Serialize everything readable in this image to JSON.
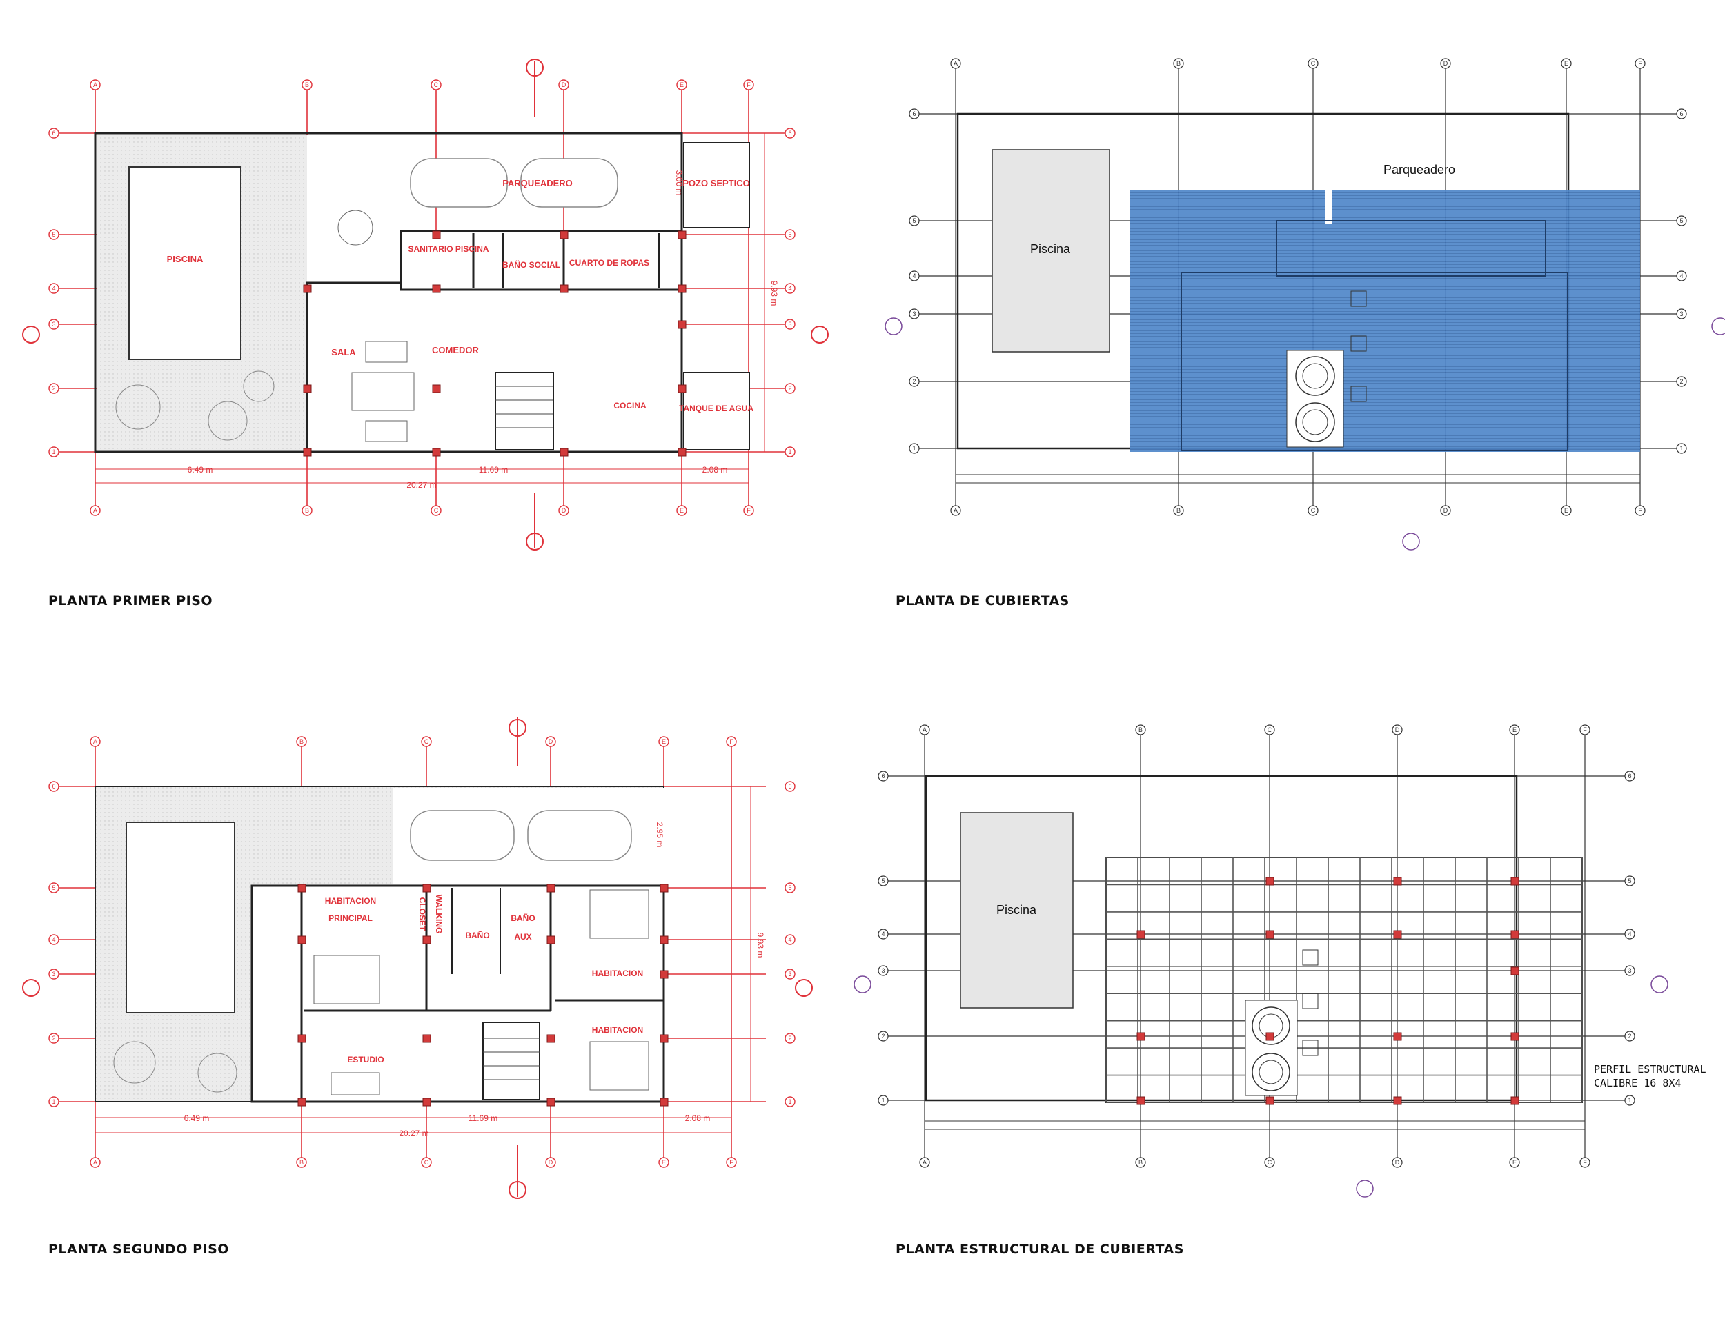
{
  "captions": {
    "p1": "PLANTA PRIMER PISO",
    "p2": "PLANTA DE CUBIERTAS",
    "p3": "PLANTA SEGUNDO PISO",
    "p4": "PLANTA ESTRUCTURAL DE CUBIERTAS"
  },
  "grid_letters": [
    "A",
    "B",
    "C",
    "D",
    "E",
    "F"
  ],
  "grid_numbers": [
    "1",
    "2",
    "3",
    "4",
    "5",
    "6"
  ],
  "colors": {
    "red": "#e0323a",
    "blue": "#3e7bc4",
    "dark": "#333333",
    "gray": "#e6e6e6"
  },
  "plan1": {
    "rooms": {
      "piscina": "PISCINA",
      "parqueadero": "PARQUEADERO",
      "pozo": "POZO SEPTICO",
      "sanitario": "SANITARIO PISCINA",
      "bano_social": "BAÑO SOCIAL",
      "cuarto_ropas": "CUARTO DE ROPAS",
      "sala": "SALA",
      "comedor": "COMEDOR",
      "cocina": "COCINA",
      "tanque": "TANQUE DE AGUA"
    },
    "dims": {
      "w1": "6.49 m",
      "w2": "11.69 m",
      "w3": "2.08 m",
      "total": "20.27 m",
      "h_park": "3.00 m",
      "h_total": "9.93 m"
    }
  },
  "plan2": {
    "rooms": {
      "piscina": "Piscina",
      "parqueadero": "Parqueadero"
    }
  },
  "plan3": {
    "rooms": {
      "hab_principal_a": "HABITACION",
      "hab_principal_b": "PRINCIPAL",
      "walking": "WALKING",
      "closet": "CLOSET",
      "bano_a": "BAÑO",
      "bano_b": "AUX",
      "bano_c": "BAÑO",
      "habitacion_1": "HABITACION",
      "habitacion_2": "HABITACION",
      "estudio": "ESTUDIO"
    },
    "dims": {
      "w1": "6.49 m",
      "w2": "11.69 m",
      "w3": "2.08 m",
      "total": "20.27 m",
      "h_park": "2.95 m",
      "h_total": "9.93 m"
    }
  },
  "plan4": {
    "rooms": {
      "piscina": "Piscina"
    },
    "note_line1": "PERFIL ESTRUCTURAL",
    "note_line2": "CALIBRE 16 8X4"
  }
}
